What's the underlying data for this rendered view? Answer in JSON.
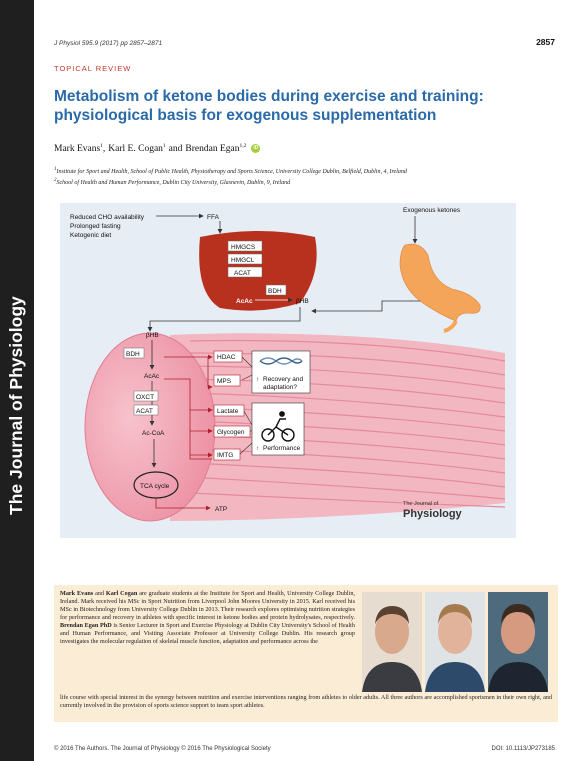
{
  "journal": {
    "sidebar_title": "The Journal of Physiology",
    "citation": "J Physiol 595.9 (2017) pp 2857–2871",
    "page_number": "2857",
    "section": "TOPICAL REVIEW"
  },
  "article": {
    "title_line1": "Metabolism of ketone bodies during exercise and training:",
    "title_line2": "physiological basis for exogenous supplementation",
    "authors": [
      {
        "name": "Mark Evans",
        "sup": "1"
      },
      {
        "name": "Karl E. Cogan",
        "sup": "1"
      },
      {
        "name": "Brendan Egan",
        "sup": "1,2"
      }
    ],
    "author_sep1": ",",
    "author_sep2": "and",
    "orcid_label": "iD",
    "affiliations": [
      {
        "sup": "1",
        "text": "Institute for Sport and Health, School of Public Health, Physiotherapy and Sports Science, University College Dublin, Belfield, Dublin, 4, Ireland"
      },
      {
        "sup": "2",
        "text": "School of Health and Human Performance, Dublin City University, Glasnevin, Dublin, 9, Ireland"
      }
    ]
  },
  "figure": {
    "reduced_cho": "Reduced CHO availability",
    "prolonged_fasting": "Prolonged fasting",
    "ketogenic_diet": "Ketogenic diet",
    "ffa": "FFA",
    "exogenous_ketones": "Exogenous ketones",
    "liver_enzymes": [
      "HMGCS",
      "HMGCL",
      "ACAT"
    ],
    "liver_bdh": "BDH",
    "liver_acac": "AcAc",
    "bhb_liver": "βHB",
    "bhb_muscle": "βHB",
    "muscle_bdh": "BDH",
    "muscle_acac": "AcAc",
    "oxct": "OXCT",
    "acat": "ACAT",
    "accoa": "Ac-CoA",
    "tca": "TCA cycle",
    "atp": "ATP",
    "hdac": "HDAC",
    "mps": "MPS",
    "recovery": "Recovery and",
    "adaptation": "adaptation?",
    "lactate": "Lactate",
    "glycogen": "Glycogen",
    "imtg": "IMTG",
    "performance": "Performance",
    "arrow_up": "↑",
    "logo_small": "The Journal of",
    "logo_big": "Physiology"
  },
  "bio": {
    "p1_name1": "Mark Evans",
    "p1_and": "and",
    "p1_name2": "Karl Cogan",
    "p1_text": "are graduate students at the Institute for Sport and Health, University College Dublin, Ireland. Mark received his MSc in Sport Nutrition from Liverpool John Moores University in 2015. Karl received his MSc in Biotechnology from University College Dublin in 2013. Their research explores optimising nutrition strategies for performance and recovery in athletes with specific interest in ketone bodies and protein hydrolysates, respectively.",
    "p2_name": "Brendan Egan PhD",
    "p2_text": "is Senior Lecturer in Sport and Exercise Physiology at Dublin City University's School of Health and Human Performance, and Visiting Associate Professor at University College Dublin. His research group investigates the molecular regulation of skeletal muscle function, adaptation and performance across the",
    "p3_text": "life course with special interest in the synergy between nutrition and exercise interventions ranging from athletes to older adults. All three authors are accomplished sportsmen in their own right, and currently involved in the provision of sports science support to team sport athletes."
  },
  "footer": {
    "copyright": "© 2016 The Authors. The Journal of Physiology © 2016 The Physiological Society",
    "doi": "DOI: 10.1113/JP273185"
  },
  "colors": {
    "title_blue": "#2a6aa8",
    "section_red": "#c0392b",
    "liver": "#b8311f",
    "muscle_pink": "#f2a6b4",
    "stomach": "#f4a55a",
    "bio_bg": "#fbecd6",
    "figure_bg": "#e7edf4"
  }
}
